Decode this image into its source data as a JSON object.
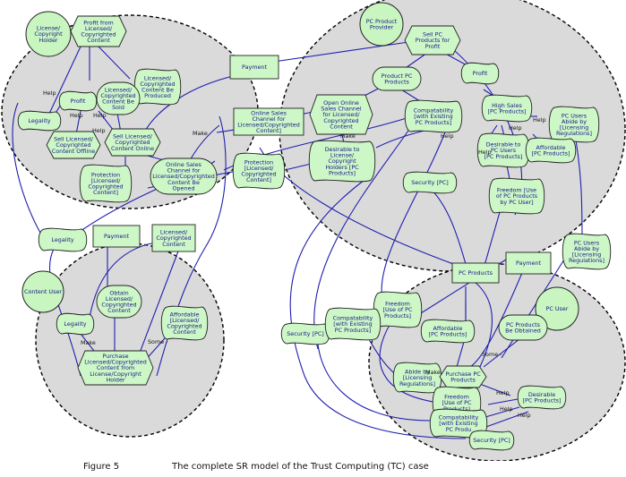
{
  "caption": {
    "figure": "Figure 5",
    "title": "The complete SR model of the Trust Computing (TC) case"
  },
  "colors": {
    "node_fill": "#cdf7c6",
    "boundary_fill": "#dadada",
    "link": "#1f1fb0",
    "text": "#1a1a8a"
  },
  "actors": [
    {
      "id": "holder",
      "label": "License/ Copyright Holder",
      "lines": [
        "License/",
        "Copyright",
        "Holder"
      ]
    },
    {
      "id": "provider",
      "label": "PC Product Provider",
      "lines": [
        "PC Product",
        "Provider"
      ]
    },
    {
      "id": "user",
      "label": "Content User",
      "lines": [
        "Content User"
      ]
    },
    {
      "id": "pcuser",
      "label": "PC User",
      "lines": [
        "PC User"
      ]
    }
  ],
  "nodes": [
    {
      "id": "h_profit_from",
      "shape": "task",
      "lines": [
        "Profit from",
        "Licensed/",
        "Copyrighted",
        "Content"
      ]
    },
    {
      "id": "h_be_produced",
      "shape": "softgoal",
      "lines": [
        "Licensed/",
        "Copyrighted",
        "Content Be",
        "Produced"
      ]
    },
    {
      "id": "h_be_sold",
      "shape": "goal",
      "lines": [
        "Licensed/",
        "Copyrighted",
        "Content Be",
        "Sold"
      ]
    },
    {
      "id": "h_profit",
      "shape": "softgoal",
      "lines": [
        "Profit"
      ]
    },
    {
      "id": "h_legality",
      "shape": "softgoal",
      "lines": [
        "Legality"
      ]
    },
    {
      "id": "h_sell_offline",
      "shape": "task",
      "lines": [
        "Sell Licensed/",
        "Copyrighted",
        "Content Offline"
      ]
    },
    {
      "id": "h_sell_online",
      "shape": "task",
      "lines": [
        "Sell Licensed/",
        "Copyrighted",
        "Content Online"
      ]
    },
    {
      "id": "h_protection",
      "shape": "softgoal",
      "lines": [
        "Protection",
        "[Licensed/",
        "Copyrighted",
        "Content]"
      ]
    },
    {
      "id": "h_channel_opened",
      "shape": "goal",
      "lines": [
        "Online Sales",
        "Channel for",
        "Licensed/Copyrighted",
        "Content Be",
        "Opened"
      ]
    },
    {
      "id": "d_payment_top",
      "shape": "resource",
      "lines": [
        "Payment"
      ]
    },
    {
      "id": "d_channel",
      "shape": "resource",
      "lines": [
        "Online Sales",
        "Channel for",
        "Licensed/Copyrighted",
        "Content]"
      ]
    },
    {
      "id": "d_protection",
      "shape": "softgoal",
      "lines": [
        "Protection",
        "[Licensed/",
        "Copyrighted",
        "Content]"
      ]
    },
    {
      "id": "d_legality",
      "shape": "softgoal",
      "lines": [
        "Legality"
      ]
    },
    {
      "id": "d_payment_mid",
      "shape": "resource",
      "lines": [
        "Payment"
      ]
    },
    {
      "id": "d_licensed",
      "shape": "resource",
      "lines": [
        "Licensed/",
        "Copyrighted",
        "Content"
      ]
    },
    {
      "id": "p_sell",
      "shape": "task",
      "lines": [
        "Sell PC",
        "Products for",
        "Profit"
      ]
    },
    {
      "id": "p_product",
      "shape": "goal",
      "lines": [
        "Product PC",
        "Products"
      ]
    },
    {
      "id": "p_profit",
      "shape": "softgoal",
      "lines": [
        "Profit"
      ]
    },
    {
      "id": "p_open_channel",
      "shape": "task",
      "lines": [
        "Open Online",
        "Sales Channel",
        "for Licensed/",
        "Copyrighted",
        "Content"
      ]
    },
    {
      "id": "p_compat",
      "shape": "softgoal",
      "lines": [
        "Compatability",
        "[with Existing",
        "PC Products]"
      ]
    },
    {
      "id": "p_high_sales",
      "shape": "softgoal",
      "lines": [
        "High Sales",
        "[PC Products]"
      ]
    },
    {
      "id": "p_desirable_holders",
      "shape": "softgoal",
      "lines": [
        "Desirable to",
        "License/",
        "Copyright",
        "Holders [PC",
        "Products]"
      ]
    },
    {
      "id": "p_desirable_users",
      "shape": "softgoal",
      "lines": [
        "Desirable to",
        "PC Users",
        "[PC Products]"
      ]
    },
    {
      "id": "p_users_abide",
      "shape": "softgoal",
      "lines": [
        "PC Users",
        "Abide by",
        "[Licensing",
        "Regulations]"
      ]
    },
    {
      "id": "p_affordable",
      "shape": "softgoal",
      "lines": [
        "Affordable",
        "[PC Products]"
      ]
    },
    {
      "id": "p_security",
      "shape": "softgoal",
      "lines": [
        "Security [PC]"
      ]
    },
    {
      "id": "p_freedom",
      "shape": "softgoal",
      "lines": [
        "Freedom [Use",
        "of PC Products",
        "by PC User]"
      ]
    },
    {
      "id": "d_users_abide",
      "shape": "softgoal",
      "lines": [
        "PC Users",
        "Abide by",
        "[Licensing",
        "Regulations]"
      ]
    },
    {
      "id": "d_pc_products",
      "shape": "resource",
      "lines": [
        "PC Products"
      ]
    },
    {
      "id": "d_payment_right",
      "shape": "resource",
      "lines": [
        "Payment"
      ]
    },
    {
      "id": "d_freedom",
      "shape": "softgoal",
      "lines": [
        "Freedom",
        "[Use of PC",
        "Products]"
      ]
    },
    {
      "id": "d_security",
      "shape": "softgoal",
      "lines": [
        "Security [PC]"
      ]
    },
    {
      "id": "d_compat",
      "shape": "softgoal",
      "lines": [
        "Compatability",
        "[with Existing",
        "PC Products]"
      ]
    },
    {
      "id": "u_obtain",
      "shape": "goal",
      "lines": [
        "Obtain",
        "Licensed/",
        "Copyrighted",
        "Content"
      ]
    },
    {
      "id": "u_affordable",
      "shape": "softgoal",
      "lines": [
        "Affordable",
        "[Licensed/",
        "Copyrighted",
        "Content"
      ]
    },
    {
      "id": "u_legality",
      "shape": "softgoal",
      "lines": [
        "Legality"
      ]
    },
    {
      "id": "u_purchase",
      "shape": "task",
      "lines": [
        "Purchase",
        "Licensed/Copyrighted",
        "Content from",
        "License/Copyright",
        "Holder"
      ]
    },
    {
      "id": "c_affordable",
      "shape": "softgoal",
      "lines": [
        "Affordable",
        "[PC Products]"
      ]
    },
    {
      "id": "c_obtained",
      "shape": "goal",
      "lines": [
        "PC Products",
        "Be Obtained"
      ]
    },
    {
      "id": "c_abide",
      "shape": "softgoal",
      "lines": [
        "Abide by",
        "[Licensing",
        "Regulations]"
      ]
    },
    {
      "id": "c_purchase",
      "shape": "task",
      "lines": [
        "Purchase PC",
        "Products"
      ]
    },
    {
      "id": "c_freedom",
      "shape": "softgoal",
      "lines": [
        "Freedom",
        "[Use of PC",
        "Products]"
      ]
    },
    {
      "id": "c_desirable",
      "shape": "softgoal",
      "lines": [
        "Desirable",
        "[PC Products]"
      ]
    },
    {
      "id": "c_compat",
      "shape": "softgoal",
      "lines": [
        "Compatability",
        "[with Existing",
        "PC Produ"
      ]
    },
    {
      "id": "c_security",
      "shape": "softgoal",
      "lines": [
        "Security [PC]"
      ]
    }
  ],
  "link_labels": [
    "Help",
    "Help",
    "Help",
    "Help",
    "Make",
    "Make",
    "Help",
    "Help",
    "Help",
    "Help",
    "Make",
    "Some -",
    "Some -",
    "Make",
    "Help",
    "Help",
    "Help"
  ]
}
